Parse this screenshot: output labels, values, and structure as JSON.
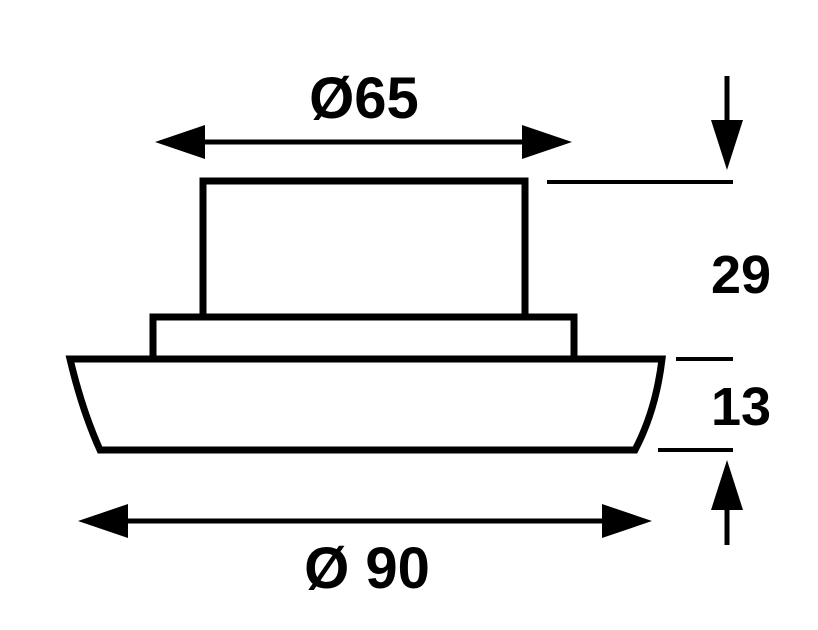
{
  "dimensions": {
    "top_diameter": "Ø65",
    "base_diameter": "Ø 90",
    "upper_height": "29",
    "base_height": "13"
  }
}
